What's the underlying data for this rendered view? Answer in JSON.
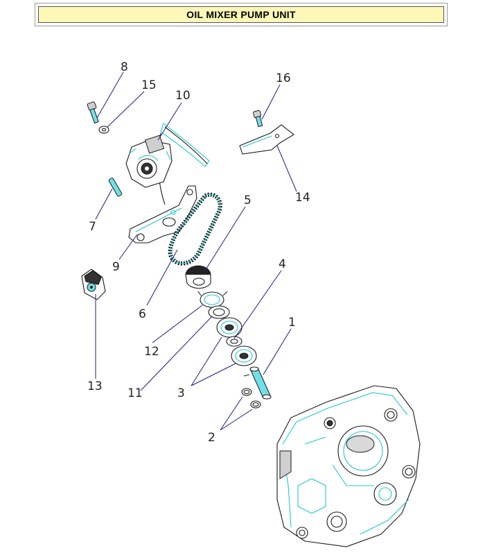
{
  "header": {
    "title": "OIL MIXER PUMP UNIT"
  },
  "callouts": {
    "c1": "1",
    "c2": "2",
    "c3": "3",
    "c4": "4",
    "c5": "5",
    "c6": "6",
    "c7": "7",
    "c8": "8",
    "c9": "9",
    "c10": "10",
    "c11": "11",
    "c12": "12",
    "c13": "13",
    "c14": "14",
    "c15": "15",
    "c16": "16"
  },
  "colors": {
    "accent": "#1ec8d0",
    "title_background": "#fdf7b8"
  }
}
